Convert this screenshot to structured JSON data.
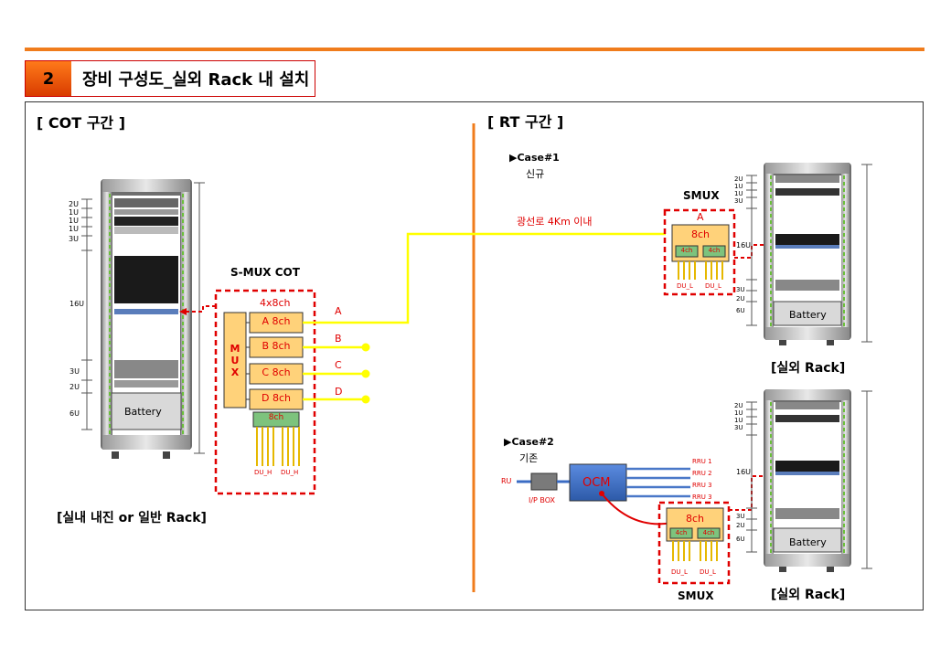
{
  "title": {
    "number": "2",
    "text": "장비 구성도_실외 Rack 내 설치"
  },
  "sections": {
    "cot": "[ COT 구간 ]",
    "rt": "[ RT 구간 ]"
  },
  "cot": {
    "rack_caption": "[실내 내진 or 일반 Rack]",
    "units": [
      "2U",
      "1U",
      "1U",
      "1U",
      "3U",
      "16U",
      "3U",
      "2U",
      "6U"
    ],
    "battery": "Battery",
    "smux_title": "S-MUX COT",
    "smux_label": "4x8ch",
    "mux": "MUX",
    "channels": [
      "A 8ch",
      "B 8ch",
      "C 8ch",
      "D 8ch"
    ],
    "ports": [
      "A",
      "B",
      "C",
      "D"
    ],
    "sub": "8ch",
    "du": [
      "DU_H",
      "DU_H"
    ]
  },
  "fiber_label": "광선로 4Km 이내",
  "case1": {
    "title": "▶Case#1",
    "subtitle": "신규",
    "smux": "SMUX",
    "port": "A",
    "channel": "8ch",
    "sub": [
      "4ch",
      "4ch"
    ],
    "du": [
      "DU_L",
      "DU_L"
    ],
    "rack_caption": "[실외 Rack]",
    "units_top": [
      "2U",
      "1U",
      "1U",
      "3U"
    ],
    "unit_mid": "16U",
    "units_bottom": [
      "3U",
      "2U",
      "6U"
    ],
    "battery": "Battery"
  },
  "case2": {
    "title": "▶Case#2",
    "subtitle": "기존",
    "ru": "RU",
    "ip_box": "I/P BOX",
    "ocm": "OCM",
    "rru": [
      "RRU 1",
      "RRU 2",
      "RRU 3",
      "RRU 3"
    ],
    "smux": "SMUX",
    "channel": "8ch",
    "sub": [
      "4ch",
      "4ch"
    ],
    "du": [
      "DU_L",
      "DU_L"
    ],
    "rack_caption": "[실외 Rack]",
    "units_top": [
      "2U",
      "1U",
      "1U",
      "3U"
    ],
    "unit_mid": "16U",
    "units_bottom": [
      "3U",
      "2U",
      "6U"
    ],
    "battery": "Battery"
  },
  "colors": {
    "accent": "#f07c1c",
    "red": "#e00000",
    "yellow": "#ffff00",
    "orange_box": "#ffd27a",
    "green_box": "#7dc37d",
    "ocm_blue": "#3b6cc4"
  }
}
